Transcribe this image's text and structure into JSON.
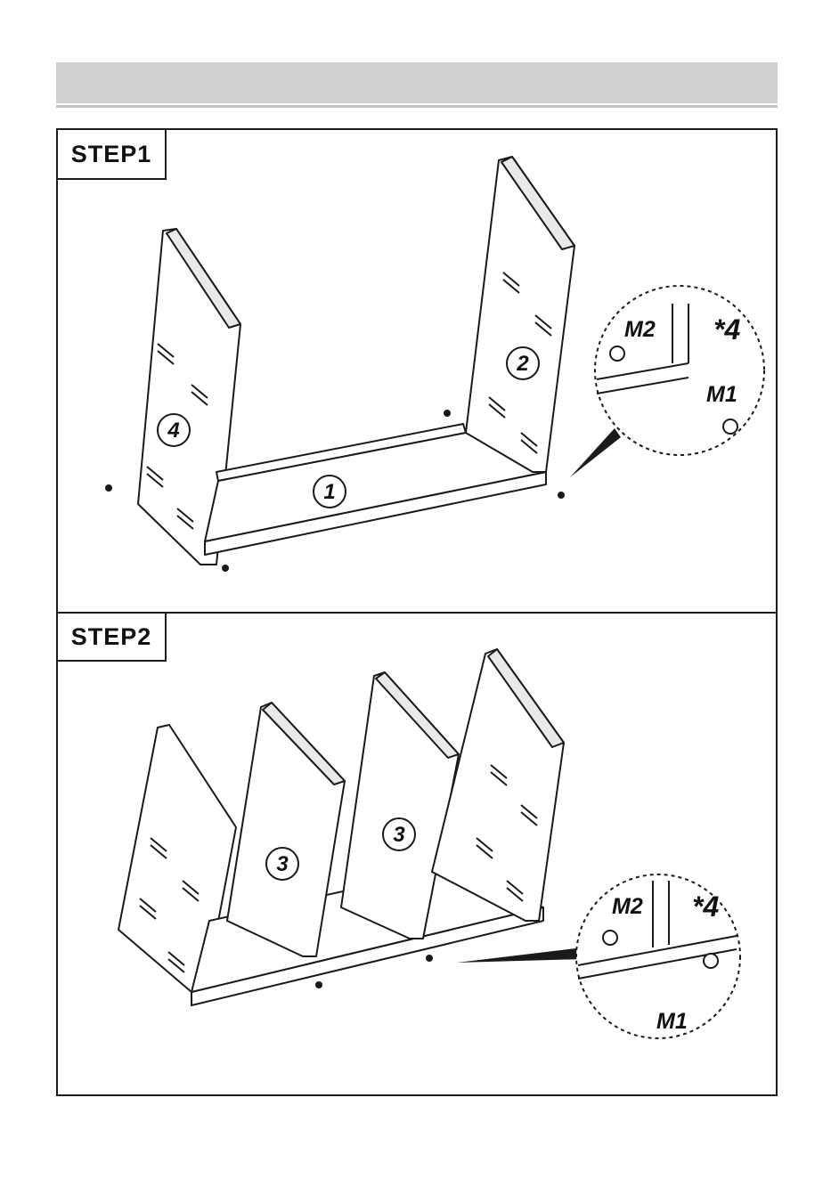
{
  "steps": [
    {
      "label": "STEP1",
      "parts": [
        "1",
        "2",
        "4"
      ],
      "detail": {
        "nut": "M2",
        "screw": "M1",
        "quantity": "*4"
      }
    },
    {
      "label": "STEP2",
      "parts": [
        "3",
        "3"
      ],
      "detail": {
        "nut": "M2",
        "screw": "M1",
        "quantity": "*4"
      }
    }
  ]
}
